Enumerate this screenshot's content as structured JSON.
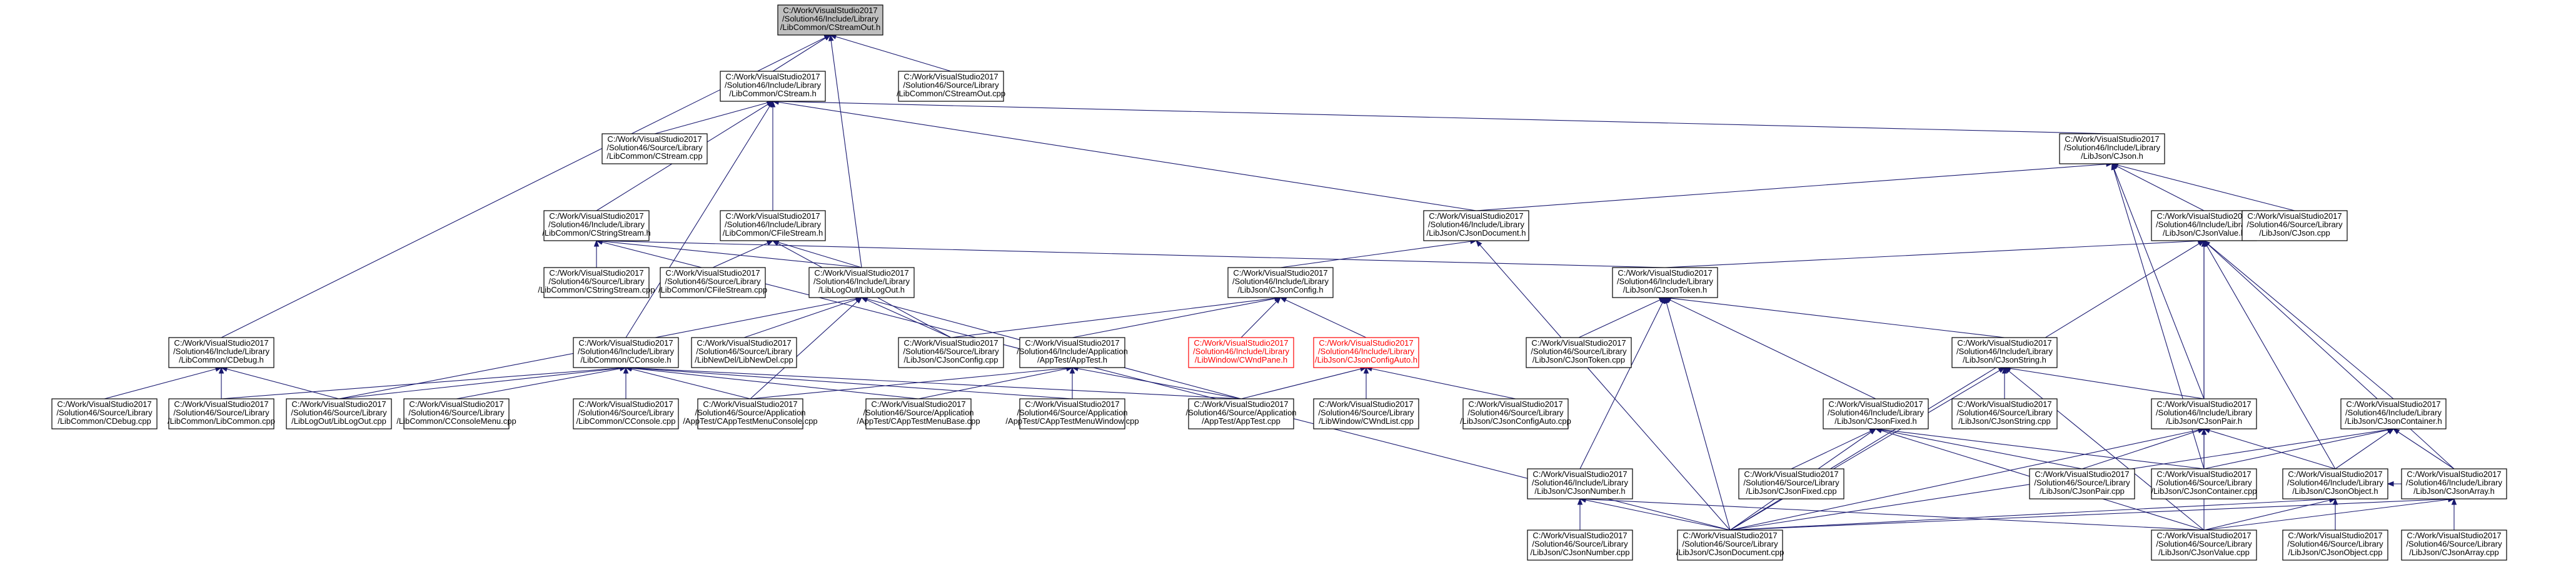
{
  "graph": {
    "edge_color": "#191970",
    "root_fill": "#bfbfbf",
    "red_color": "#ff0000",
    "nodes": [
      {
        "id": "n0",
        "label": [
          "C:/Work/VisualStudio2017",
          "/Solution46/Include/Library",
          "/LibCommon/CStreamOut.h"
        ],
        "kind": "root"
      },
      {
        "id": "n1",
        "label": [
          "C:/Work/VisualStudio2017",
          "/Solution46/Include/Library",
          "/LibCommon/CStream.h"
        ]
      },
      {
        "id": "n2",
        "label": [
          "C:/Work/VisualStudio2017",
          "/Solution46/Source/Library",
          "/LibCommon/CStreamOut.cpp"
        ]
      },
      {
        "id": "n3",
        "label": [
          "C:/Work/VisualStudio2017",
          "/Solution46/Source/Library",
          "/LibCommon/CStream.cpp"
        ]
      },
      {
        "id": "n4",
        "label": [
          "C:/Work/VisualStudio2017",
          "/Solution46/Include/Library",
          "/LibJson/CJson.h"
        ]
      },
      {
        "id": "n5",
        "label": [
          "C:/Work/VisualStudio2017",
          "/Solution46/Include/Library",
          "/LibCommon/CStringStream.h"
        ]
      },
      {
        "id": "n6",
        "label": [
          "C:/Work/VisualStudio2017",
          "/Solution46/Include/Library",
          "/LibCommon/CFileStream.h"
        ]
      },
      {
        "id": "n7",
        "label": [
          "C:/Work/VisualStudio2017",
          "/Solution46/Include/Library",
          "/LibJson/CJsonDocument.h"
        ]
      },
      {
        "id": "n8",
        "label": [
          "C:/Work/VisualStudio2017",
          "/Solution46/Include/Library",
          "/LibJson/CJsonValue.h"
        ]
      },
      {
        "id": "n9",
        "label": [
          "C:/Work/VisualStudio2017",
          "/Solution46/Source/Library",
          "/LibJson/CJson.cpp"
        ]
      },
      {
        "id": "n10",
        "label": [
          "C:/Work/VisualStudio2017",
          "/Solution46/Source/Library",
          "/LibCommon/CStringStream.cpp"
        ]
      },
      {
        "id": "n11",
        "label": [
          "C:/Work/VisualStudio2017",
          "/Solution46/Source/Library",
          "/LibCommon/CFileStream.cpp"
        ]
      },
      {
        "id": "n12",
        "label": [
          "C:/Work/VisualStudio2017",
          "/Solution46/Include/Library",
          "/LibLogOut/LibLogOut.h"
        ]
      },
      {
        "id": "n13",
        "label": [
          "C:/Work/VisualStudio2017",
          "/Solution46/Include/Library",
          "/LibJson/CJsonConfig.h"
        ]
      },
      {
        "id": "n14",
        "label": [
          "C:/Work/VisualStudio2017",
          "/Solution46/Include/Library",
          "/LibJson/CJsonToken.h"
        ]
      },
      {
        "id": "n15",
        "label": [
          "C:/Work/VisualStudio2017",
          "/Solution46/Include/Library",
          "/LibCommon/CDebug.h"
        ]
      },
      {
        "id": "n16",
        "label": [
          "C:/Work/VisualStudio2017",
          "/Solution46/Include/Library",
          "/LibCommon/CConsole.h"
        ]
      },
      {
        "id": "n17",
        "label": [
          "C:/Work/VisualStudio2017",
          "/Solution46/Source/Library",
          "/LibNewDel/LibNewDel.cpp"
        ]
      },
      {
        "id": "n18",
        "label": [
          "C:/Work/VisualStudio2017",
          "/Solution46/Source/Library",
          "/LibJson/CJsonConfig.cpp"
        ]
      },
      {
        "id": "n19",
        "label": [
          "C:/Work/VisualStudio2017",
          "/Solution46/Include/Application",
          "/AppTest/AppTest.h"
        ]
      },
      {
        "id": "n20",
        "label": [
          "C:/Work/VisualStudio2017",
          "/Solution46/Include/Library",
          "/LibWindow/CWndPane.h"
        ],
        "kind": "red"
      },
      {
        "id": "n21",
        "label": [
          "C:/Work/VisualStudio2017",
          "/Solution46/Include/Library",
          "/LibJson/CJsonConfigAuto.h"
        ],
        "kind": "red"
      },
      {
        "id": "n22",
        "label": [
          "C:/Work/VisualStudio2017",
          "/Solution46/Source/Library",
          "/LibJson/CJsonToken.cpp"
        ]
      },
      {
        "id": "n23",
        "label": [
          "C:/Work/VisualStudio2017",
          "/Solution46/Include/Library",
          "/LibJson/CJsonString.h"
        ]
      },
      {
        "id": "n24",
        "label": [
          "C:/Work/VisualStudio2017",
          "/Solution46/Source/Library",
          "/LibCommon/CDebug.cpp"
        ]
      },
      {
        "id": "n25",
        "label": [
          "C:/Work/VisualStudio2017",
          "/Solution46/Source/Library",
          "/LibCommon/LibCommon.cpp"
        ]
      },
      {
        "id": "n26",
        "label": [
          "C:/Work/VisualStudio2017",
          "/Solution46/Source/Library",
          "/LibLogOut/LibLogOut.cpp"
        ]
      },
      {
        "id": "n27",
        "label": [
          "C:/Work/VisualStudio2017",
          "/Solution46/Source/Library",
          "/LibCommon/CConsoleMenu.cpp"
        ]
      },
      {
        "id": "n28",
        "label": [
          "C:/Work/VisualStudio2017",
          "/Solution46/Source/Library",
          "/LibCommon/CConsole.cpp"
        ]
      },
      {
        "id": "n29",
        "label": [
          "C:/Work/VisualStudio2017",
          "/Solution46/Source/Application",
          "/AppTest/CAppTestMenuConsole.cpp"
        ]
      },
      {
        "id": "n30",
        "label": [
          "C:/Work/VisualStudio2017",
          "/Solution46/Source/Application",
          "/AppTest/CAppTestMenuBase.cpp"
        ]
      },
      {
        "id": "n31",
        "label": [
          "C:/Work/VisualStudio2017",
          "/Solution46/Source/Application",
          "/AppTest/CAppTestMenuWindow.cpp"
        ]
      },
      {
        "id": "n32",
        "label": [
          "C:/Work/VisualStudio2017",
          "/Solution46/Source/Application",
          "/AppTest/AppTest.cpp"
        ]
      },
      {
        "id": "n33",
        "label": [
          "C:/Work/VisualStudio2017",
          "/Solution46/Source/Library",
          "/LibWindow/CWndList.cpp"
        ]
      },
      {
        "id": "n34",
        "label": [
          "C:/Work/VisualStudio2017",
          "/Solution46/Source/Library",
          "/LibJson/CJsonConfigAuto.cpp"
        ]
      },
      {
        "id": "n35",
        "label": [
          "C:/Work/VisualStudio2017",
          "/Solution46/Include/Library",
          "/LibJson/CJsonFixed.h"
        ]
      },
      {
        "id": "n36",
        "label": [
          "C:/Work/VisualStudio2017",
          "/Solution46/Source/Library",
          "/LibJson/CJsonString.cpp"
        ]
      },
      {
        "id": "n37",
        "label": [
          "C:/Work/VisualStudio2017",
          "/Solution46/Include/Library",
          "/LibJson/CJsonPair.h"
        ]
      },
      {
        "id": "n38",
        "label": [
          "C:/Work/VisualStudio2017",
          "/Solution46/Include/Library",
          "/LibJson/CJsonContainer.h"
        ]
      },
      {
        "id": "n39",
        "label": [
          "C:/Work/VisualStudio2017",
          "/Solution46/Include/Library",
          "/LibJson/CJsonNumber.h"
        ]
      },
      {
        "id": "n40",
        "label": [
          "C:/Work/VisualStudio2017",
          "/Solution46/Source/Library",
          "/LibJson/CJsonFixed.cpp"
        ]
      },
      {
        "id": "n41",
        "label": [
          "C:/Work/VisualStudio2017",
          "/Solution46/Source/Library",
          "/LibJson/CJsonPair.cpp"
        ]
      },
      {
        "id": "n42",
        "label": [
          "C:/Work/VisualStudio2017",
          "/Solution46/Source/Library",
          "/LibJson/CJsonContainer.cpp"
        ]
      },
      {
        "id": "n43",
        "label": [
          "C:/Work/VisualStudio2017",
          "/Solution46/Include/Library",
          "/LibJson/CJsonObject.h"
        ]
      },
      {
        "id": "n44",
        "label": [
          "C:/Work/VisualStudio2017",
          "/Solution46/Include/Library",
          "/LibJson/CJsonArray.h"
        ]
      },
      {
        "id": "n45",
        "label": [
          "C:/Work/VisualStudio2017",
          "/Solution46/Source/Library",
          "/LibJson/CJsonDocument.cpp"
        ]
      },
      {
        "id": "n46",
        "label": [
          "C:/Work/VisualStudio2017",
          "/Solution46/Source/Library",
          "/LibJson/CJsonValue.cpp"
        ]
      },
      {
        "id": "n47",
        "label": [
          "C:/Work/VisualStudio2017",
          "/Solution46/Source/Library",
          "/LibJson/CJsonNumber.cpp"
        ]
      },
      {
        "id": "n48",
        "label": [
          "C:/Work/VisualStudio2017",
          "/Solution46/Source/Library",
          "/LibJson/CJsonObject.cpp"
        ]
      },
      {
        "id": "n49",
        "label": [
          "C:/Work/VisualStudio2017",
          "/Solution46/Source/Library",
          "/LibJson/CJsonArray.cpp"
        ]
      }
    ],
    "edges": [
      [
        "n0",
        "n1"
      ],
      [
        "n0",
        "n2"
      ],
      [
        "n0",
        "n12"
      ],
      [
        "n0",
        "n15"
      ],
      [
        "n1",
        "n3"
      ],
      [
        "n1",
        "n4"
      ],
      [
        "n1",
        "n5"
      ],
      [
        "n1",
        "n6"
      ],
      [
        "n1",
        "n16"
      ],
      [
        "n1",
        "n7"
      ],
      [
        "n4",
        "n7"
      ],
      [
        "n4",
        "n8"
      ],
      [
        "n4",
        "n9"
      ],
      [
        "n4",
        "n37"
      ],
      [
        "n4",
        "n42"
      ],
      [
        "n5",
        "n10"
      ],
      [
        "n5",
        "n14"
      ],
      [
        "n5",
        "n45"
      ],
      [
        "n5",
        "n12"
      ],
      [
        "n6",
        "n11"
      ],
      [
        "n6",
        "n12"
      ],
      [
        "n6",
        "n18"
      ],
      [
        "n7",
        "n13"
      ],
      [
        "n7",
        "n45"
      ],
      [
        "n8",
        "n14"
      ],
      [
        "n8",
        "n37"
      ],
      [
        "n8",
        "n38"
      ],
      [
        "n8",
        "n43"
      ],
      [
        "n8",
        "n44"
      ],
      [
        "n8",
        "n45"
      ],
      [
        "n8",
        "n46"
      ],
      [
        "n8",
        "n42"
      ],
      [
        "n12",
        "n17"
      ],
      [
        "n12",
        "n18"
      ],
      [
        "n12",
        "n29"
      ],
      [
        "n12",
        "n26"
      ],
      [
        "n12",
        "n32"
      ],
      [
        "n13",
        "n18"
      ],
      [
        "n13",
        "n19"
      ],
      [
        "n13",
        "n20"
      ],
      [
        "n13",
        "n21"
      ],
      [
        "n14",
        "n22"
      ],
      [
        "n14",
        "n23"
      ],
      [
        "n14",
        "n35"
      ],
      [
        "n14",
        "n39"
      ],
      [
        "n14",
        "n45"
      ],
      [
        "n15",
        "n24"
      ],
      [
        "n15",
        "n25"
      ],
      [
        "n15",
        "n26"
      ],
      [
        "n16",
        "n25"
      ],
      [
        "n16",
        "n27"
      ],
      [
        "n16",
        "n28"
      ],
      [
        "n16",
        "n29"
      ],
      [
        "n16",
        "n30"
      ],
      [
        "n16",
        "n31"
      ],
      [
        "n16",
        "n32"
      ],
      [
        "n16",
        "n26"
      ],
      [
        "n19",
        "n29"
      ],
      [
        "n19",
        "n30"
      ],
      [
        "n19",
        "n31"
      ],
      [
        "n19",
        "n32"
      ],
      [
        "n21",
        "n32"
      ],
      [
        "n21",
        "n33"
      ],
      [
        "n21",
        "n34"
      ],
      [
        "n23",
        "n36"
      ],
      [
        "n23",
        "n37"
      ],
      [
        "n23",
        "n45"
      ],
      [
        "n23",
        "n46"
      ],
      [
        "n35",
        "n40"
      ],
      [
        "n35",
        "n41"
      ],
      [
        "n35",
        "n42"
      ],
      [
        "n35",
        "n45"
      ],
      [
        "n35",
        "n46"
      ],
      [
        "n37",
        "n41"
      ],
      [
        "n37",
        "n42"
      ],
      [
        "n37",
        "n43"
      ],
      [
        "n37",
        "n45"
      ],
      [
        "n38",
        "n42"
      ],
      [
        "n38",
        "n43"
      ],
      [
        "n38",
        "n44"
      ],
      [
        "n38",
        "n45"
      ],
      [
        "n39",
        "n45"
      ],
      [
        "n39",
        "n47"
      ],
      [
        "n39",
        "n46"
      ],
      [
        "n43",
        "n45"
      ],
      [
        "n43",
        "n46"
      ],
      [
        "n43",
        "n48"
      ],
      [
        "n43",
        "n44"
      ],
      [
        "n44",
        "n45"
      ],
      [
        "n44",
        "n46"
      ],
      [
        "n44",
        "n49"
      ]
    ]
  }
}
